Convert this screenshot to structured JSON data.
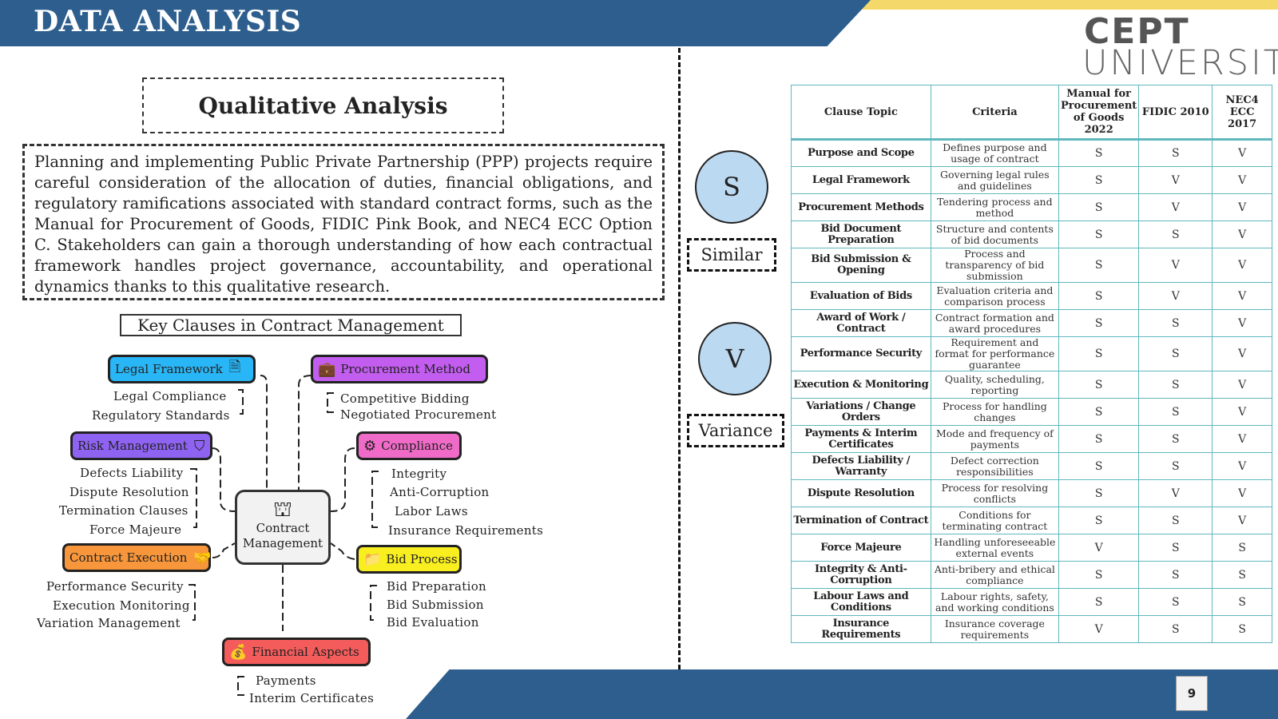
{
  "header": {
    "title": "DATA ANALYSIS"
  },
  "logo": {
    "line1": "CEPT",
    "line2": "UNIVERSITY"
  },
  "qualitative": {
    "title": "Qualitative Analysis",
    "paragraph": "Planning and implementing Public Private Partnership (PPP) projects require careful consideration of the allocation of duties, financial obligations, and regulatory ramifications associated with standard contract forms, such as the Manual for Procurement of Goods, FIDIC Pink Book, and NEC4 ECC Option C. Stakeholders can gain a thorough understanding of how each contractual framework handles project governance, accountability, and operational dynamics thanks to this qualitative research."
  },
  "key_clauses": {
    "title": "Key Clauses in Contract Management",
    "center": {
      "line1": "Contract",
      "line2": "Management",
      "icon": "org-chart-icon"
    },
    "nodes": {
      "legal": {
        "label": "Legal Framework",
        "color": "#29b6f6",
        "icon": "document-icon",
        "subs": [
          "Legal Compliance",
          "Regulatory Standards"
        ]
      },
      "procurement": {
        "label": "Procurement Method",
        "color": "#c35df0",
        "icon": "briefcase-icon",
        "subs": [
          "Competitive Bidding",
          "Negotiated Procurement"
        ]
      },
      "risk": {
        "label": "Risk Management",
        "color": "#8f63f2",
        "icon": "shield-icon",
        "subs": [
          "Defects Liability",
          "Dispute Resolution",
          "Termination Clauses",
          "Force Majeure"
        ]
      },
      "compliance": {
        "label": "Compliance",
        "color": "#f06bc8",
        "icon": "gear-icon",
        "subs": [
          "Integrity",
          "Anti-Corruption",
          "Labor Laws",
          "Insurance Requirements"
        ]
      },
      "contract_exec": {
        "label": "Contract Execution",
        "color": "#f7963a",
        "icon": "handshake-icon",
        "subs": [
          "Performance Security",
          "Execution Monitoring",
          "Variation Management"
        ]
      },
      "bid": {
        "label": "Bid Process",
        "color": "#f8ee20",
        "icon": "folder-icon",
        "subs": [
          "Bid Preparation",
          "Bid Submission",
          "Bid Evaluation"
        ]
      },
      "financial": {
        "label": "Financial Aspects",
        "color": "#f45b5b",
        "icon": "money-icon",
        "subs": [
          "Payments",
          "Interim Certificates"
        ]
      }
    }
  },
  "legend": {
    "s_letter": "S",
    "s_label": "Similar",
    "v_letter": "V",
    "v_label": "Variance",
    "circle_color": "#bcd9f2"
  },
  "table": {
    "headers": [
      "Clause Topic",
      "Criteria",
      "Manual for Procurement of Goods 2022",
      "FIDIC 2010",
      "NEC4 ECC 2017"
    ],
    "rows": [
      [
        "Purpose and Scope",
        "Defines purpose and usage of contract",
        "S",
        "S",
        "V"
      ],
      [
        "Legal Framework",
        "Governing legal rules and guidelines",
        "S",
        "V",
        "V"
      ],
      [
        "Procurement Methods",
        "Tendering process and method",
        "S",
        "V",
        "V"
      ],
      [
        "Bid Document Preparation",
        "Structure and contents of bid documents",
        "S",
        "S",
        "V"
      ],
      [
        "Bid Submission & Opening",
        "Process and transparency of bid submission",
        "S",
        "V",
        "V"
      ],
      [
        "Evaluation of Bids",
        "Evaluation criteria and comparison process",
        "S",
        "V",
        "V"
      ],
      [
        "Award of Work / Contract",
        "Contract formation and award procedures",
        "S",
        "S",
        "V"
      ],
      [
        "Performance Security",
        "Requirement and format for performance guarantee",
        "S",
        "S",
        "V"
      ],
      [
        "Execution & Monitoring",
        "Quality, scheduling, reporting",
        "S",
        "S",
        "V"
      ],
      [
        "Variations / Change Orders",
        "Process for handling changes",
        "S",
        "S",
        "V"
      ],
      [
        "Payments & Interim Certificates",
        "Mode and frequency of payments",
        "S",
        "S",
        "V"
      ],
      [
        "Defects Liability / Warranty",
        "Defect correction responsibilities",
        "S",
        "S",
        "V"
      ],
      [
        "Dispute Resolution",
        "Process for resolving conflicts",
        "S",
        "V",
        "V"
      ],
      [
        "Termination of Contract",
        "Conditions for terminating contract",
        "S",
        "S",
        "V"
      ],
      [
        "Force Majeure",
        "Handling unforeseeable external events",
        "V",
        "S",
        "S"
      ],
      [
        "Integrity & Anti-Corruption",
        "Anti-bribery and ethical compliance",
        "S",
        "S",
        "S"
      ],
      [
        "Labour Laws and Conditions",
        "Labour rights, safety, and working conditions",
        "S",
        "S",
        "S"
      ],
      [
        "Insurance Requirements",
        "Insurance coverage requirements",
        "V",
        "S",
        "S"
      ]
    ]
  },
  "footer": {
    "page_number": "9"
  }
}
